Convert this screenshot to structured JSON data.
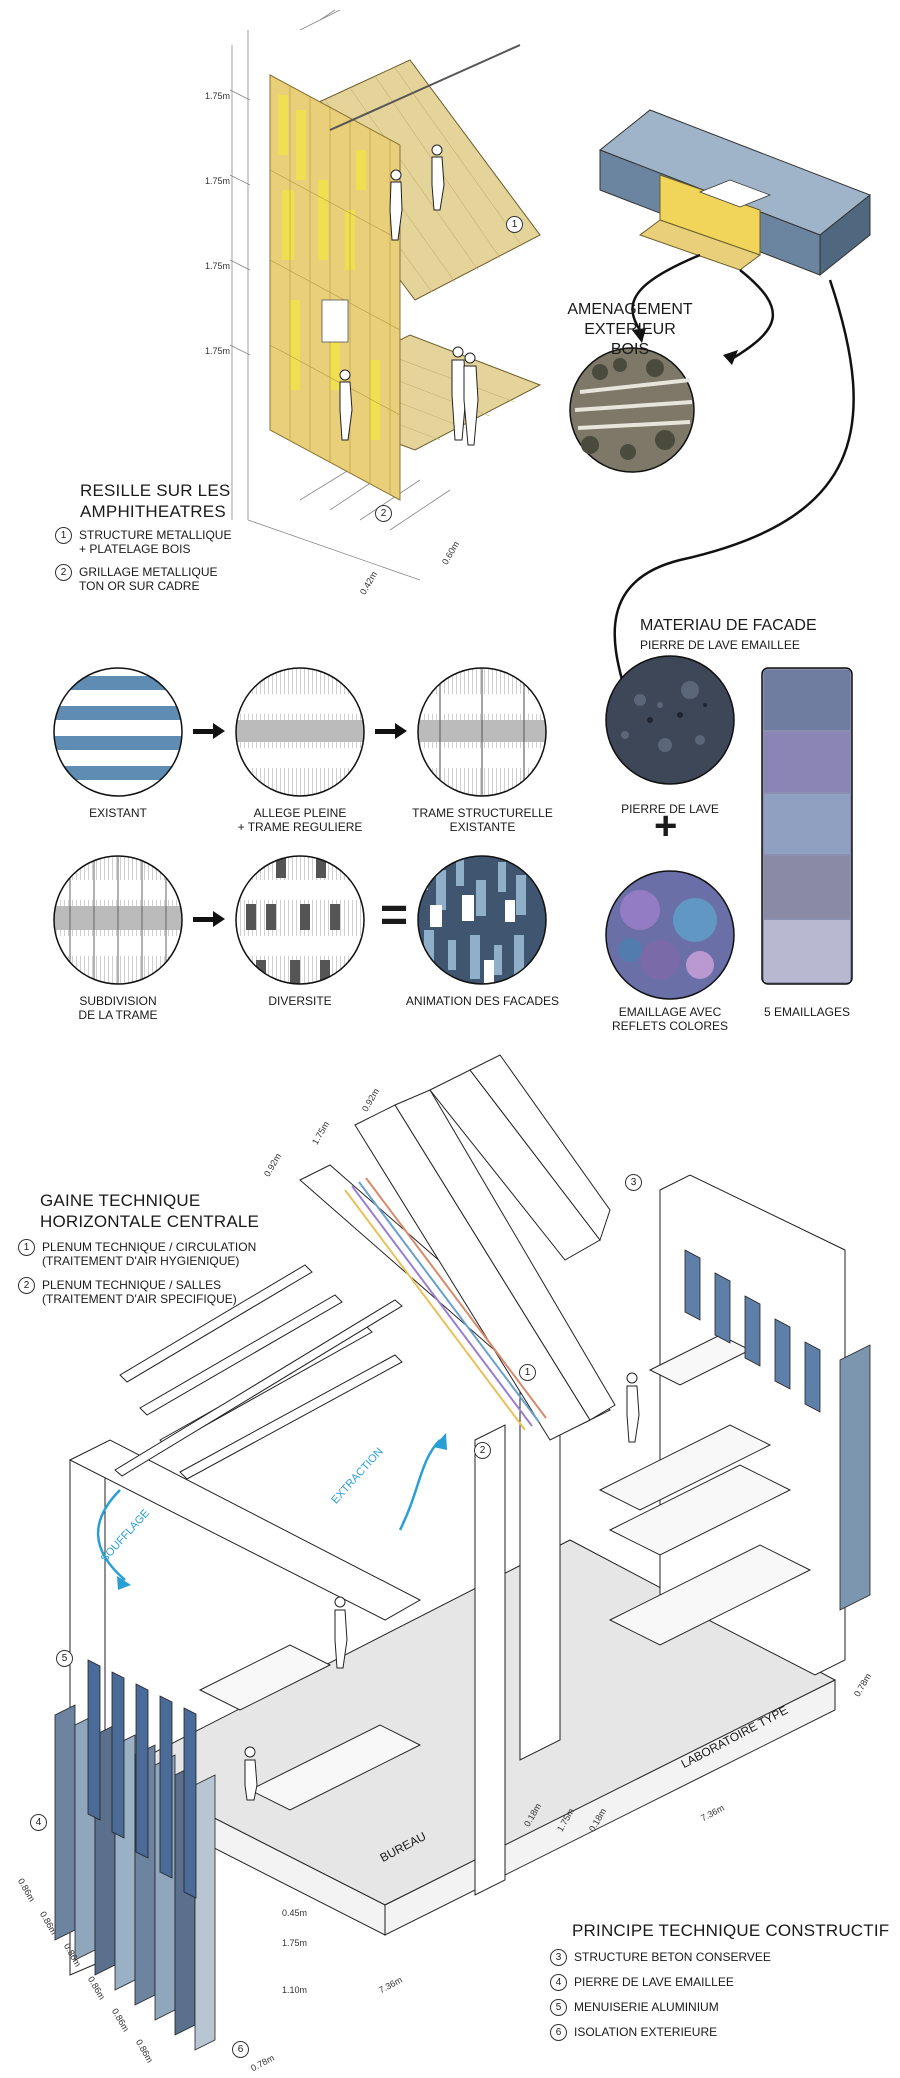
{
  "dims": {
    "h175a": "1.75m",
    "h175b": "1.75m",
    "h175c": "1.75m",
    "h175d": "1.75m",
    "w042": "0.42m",
    "w060": "0.60m",
    "t092a": "0.92m",
    "t175": "1.75m",
    "t092b": "0.92m",
    "r078": "0.78m",
    "lab736": "7.36m",
    "m018a": "0.18m",
    "m175": "1.75m",
    "m018b": "0.18m",
    "b736": "7.36m",
    "v045": "0.45m",
    "v175": "1.75m",
    "v110": "1.10m",
    "l086a": "0.86m",
    "l086b": "0.86m",
    "l086c": "0.86m",
    "l086d": "0.86m",
    "l086e": "0.86m",
    "l086f": "0.86m",
    "b078": "0.78m"
  },
  "resille": {
    "title_l1": "RESILLE SUR LES",
    "title_l2": "AMPHITHEATRES",
    "items": [
      {
        "num": "1",
        "l1": "STRUCTURE METALLIQUE",
        "l2": "+ PLATELAGE BOIS"
      },
      {
        "num": "2",
        "l1": "GRILLAGE METALLIQUE",
        "l2": "TON OR SUR CADRE"
      }
    ],
    "marker1": "1",
    "marker2": "2"
  },
  "amenagement": {
    "l1": "AMENAGEMENT",
    "l2": "EXTERIEUR BOIS"
  },
  "materiau": {
    "title": "MATERIAU DE FACADE",
    "subtitle": "PIERRE DE LAVE EMAILLEE"
  },
  "facade_steps": {
    "existant": "EXISTANT",
    "allege_l1": "ALLEGE PLEINE",
    "allege_l2": "+ TRAME REGULIERE",
    "trame_l1": "TRAME STRUCTURELLE",
    "trame_l2": "EXISTANTE",
    "subdiv_l1": "SUBDIVISION",
    "subdiv_l2": "DE LA TRAME",
    "diversite": "DIVERSITE",
    "animation": "ANIMATION DES FACADES",
    "pierre": "PIERRE DE LAVE",
    "email_l1": "EMAILLAGE AVEC",
    "email_l2": "REFLETS COLORES",
    "cinq": "5 EMAILLAGES",
    "plus": "+",
    "equals": "="
  },
  "gaine": {
    "title_l1": "GAINE TECHNIQUE",
    "title_l2": "HORIZONTALE CENTRALE",
    "items": [
      {
        "num": "1",
        "l1": "PLENUM TECHNIQUE / CIRCULATION",
        "l2": "(TRAITEMENT D'AIR HYGIENIQUE)"
      },
      {
        "num": "2",
        "l1": "PLENUM TECHNIQUE / SALLES",
        "l2": "(TRAITEMENT D'AIR SPECIFIQUE)"
      }
    ]
  },
  "flows": {
    "soufflage": "SOUFFLAGE",
    "extraction": "EXTRACTION"
  },
  "rooms": {
    "bureau": "BUREAU",
    "labo": "LABORATOIRE TYPE"
  },
  "markers": {
    "m1": "1",
    "m2": "2",
    "m3": "3",
    "m4": "4",
    "m5": "5",
    "m6": "6"
  },
  "principe": {
    "title": "PRINCIPE TECHNIQUE CONSTRUCTIF",
    "items": [
      {
        "num": "3",
        "label": "STRUCTURE BETON CONSERVEE"
      },
      {
        "num": "4",
        "label": "PIERRE DE LAVE EMAILLEE"
      },
      {
        "num": "5",
        "label": "MENUISERIE ALUMINIUM"
      },
      {
        "num": "6",
        "label": "ISOLATION EXTERIEURE"
      }
    ]
  },
  "colors": {
    "gold": "#e9cf7a",
    "yellow": "#f2e24a",
    "blue": "#8fb0c8",
    "accent": "#2a9fd6"
  }
}
